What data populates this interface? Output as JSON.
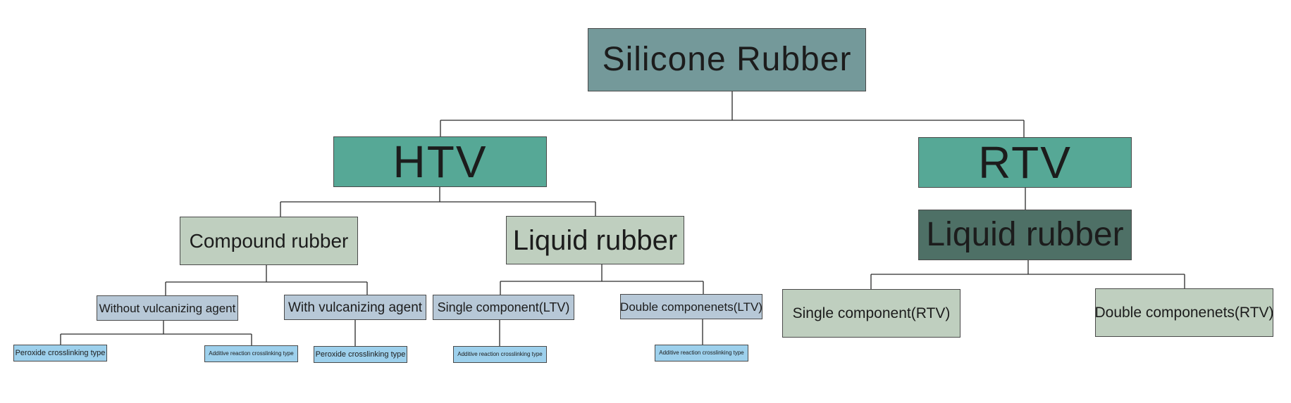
{
  "nodes": {
    "root": "Silicone Rubber",
    "htv": "HTV",
    "rtv": "RTV",
    "htv_compound": "Compound rubber",
    "htv_liquid": "Liquid rubber",
    "rtv_liquid": "Liquid rubber",
    "without_agent": "Without vulcanizing agent",
    "with_agent": "With vulcanizing agent",
    "single_ltv": "Single component(LTV)",
    "double_ltv": "Double componenets(LTV)",
    "single_rtv": "Single component(RTV)",
    "double_rtv": "Double componenets(RTV)",
    "peroxide_1": "Peroxide crosslinking type",
    "additive_1": "Additive reaction crosslinking type",
    "peroxide_2": "Peroxide crosslinking type",
    "additive_2": "Additive reaction crosslinking type",
    "additive_3": "Additive reaction crosslinking type"
  },
  "colors": {
    "root": "#74999a",
    "level1": "#56a896",
    "level2": "#bfcfbf",
    "rtv_liquid": "#4e7066",
    "level3": "#b7c8d7",
    "leaf": "#9dd0ec",
    "connector": "#2a2a2a"
  }
}
